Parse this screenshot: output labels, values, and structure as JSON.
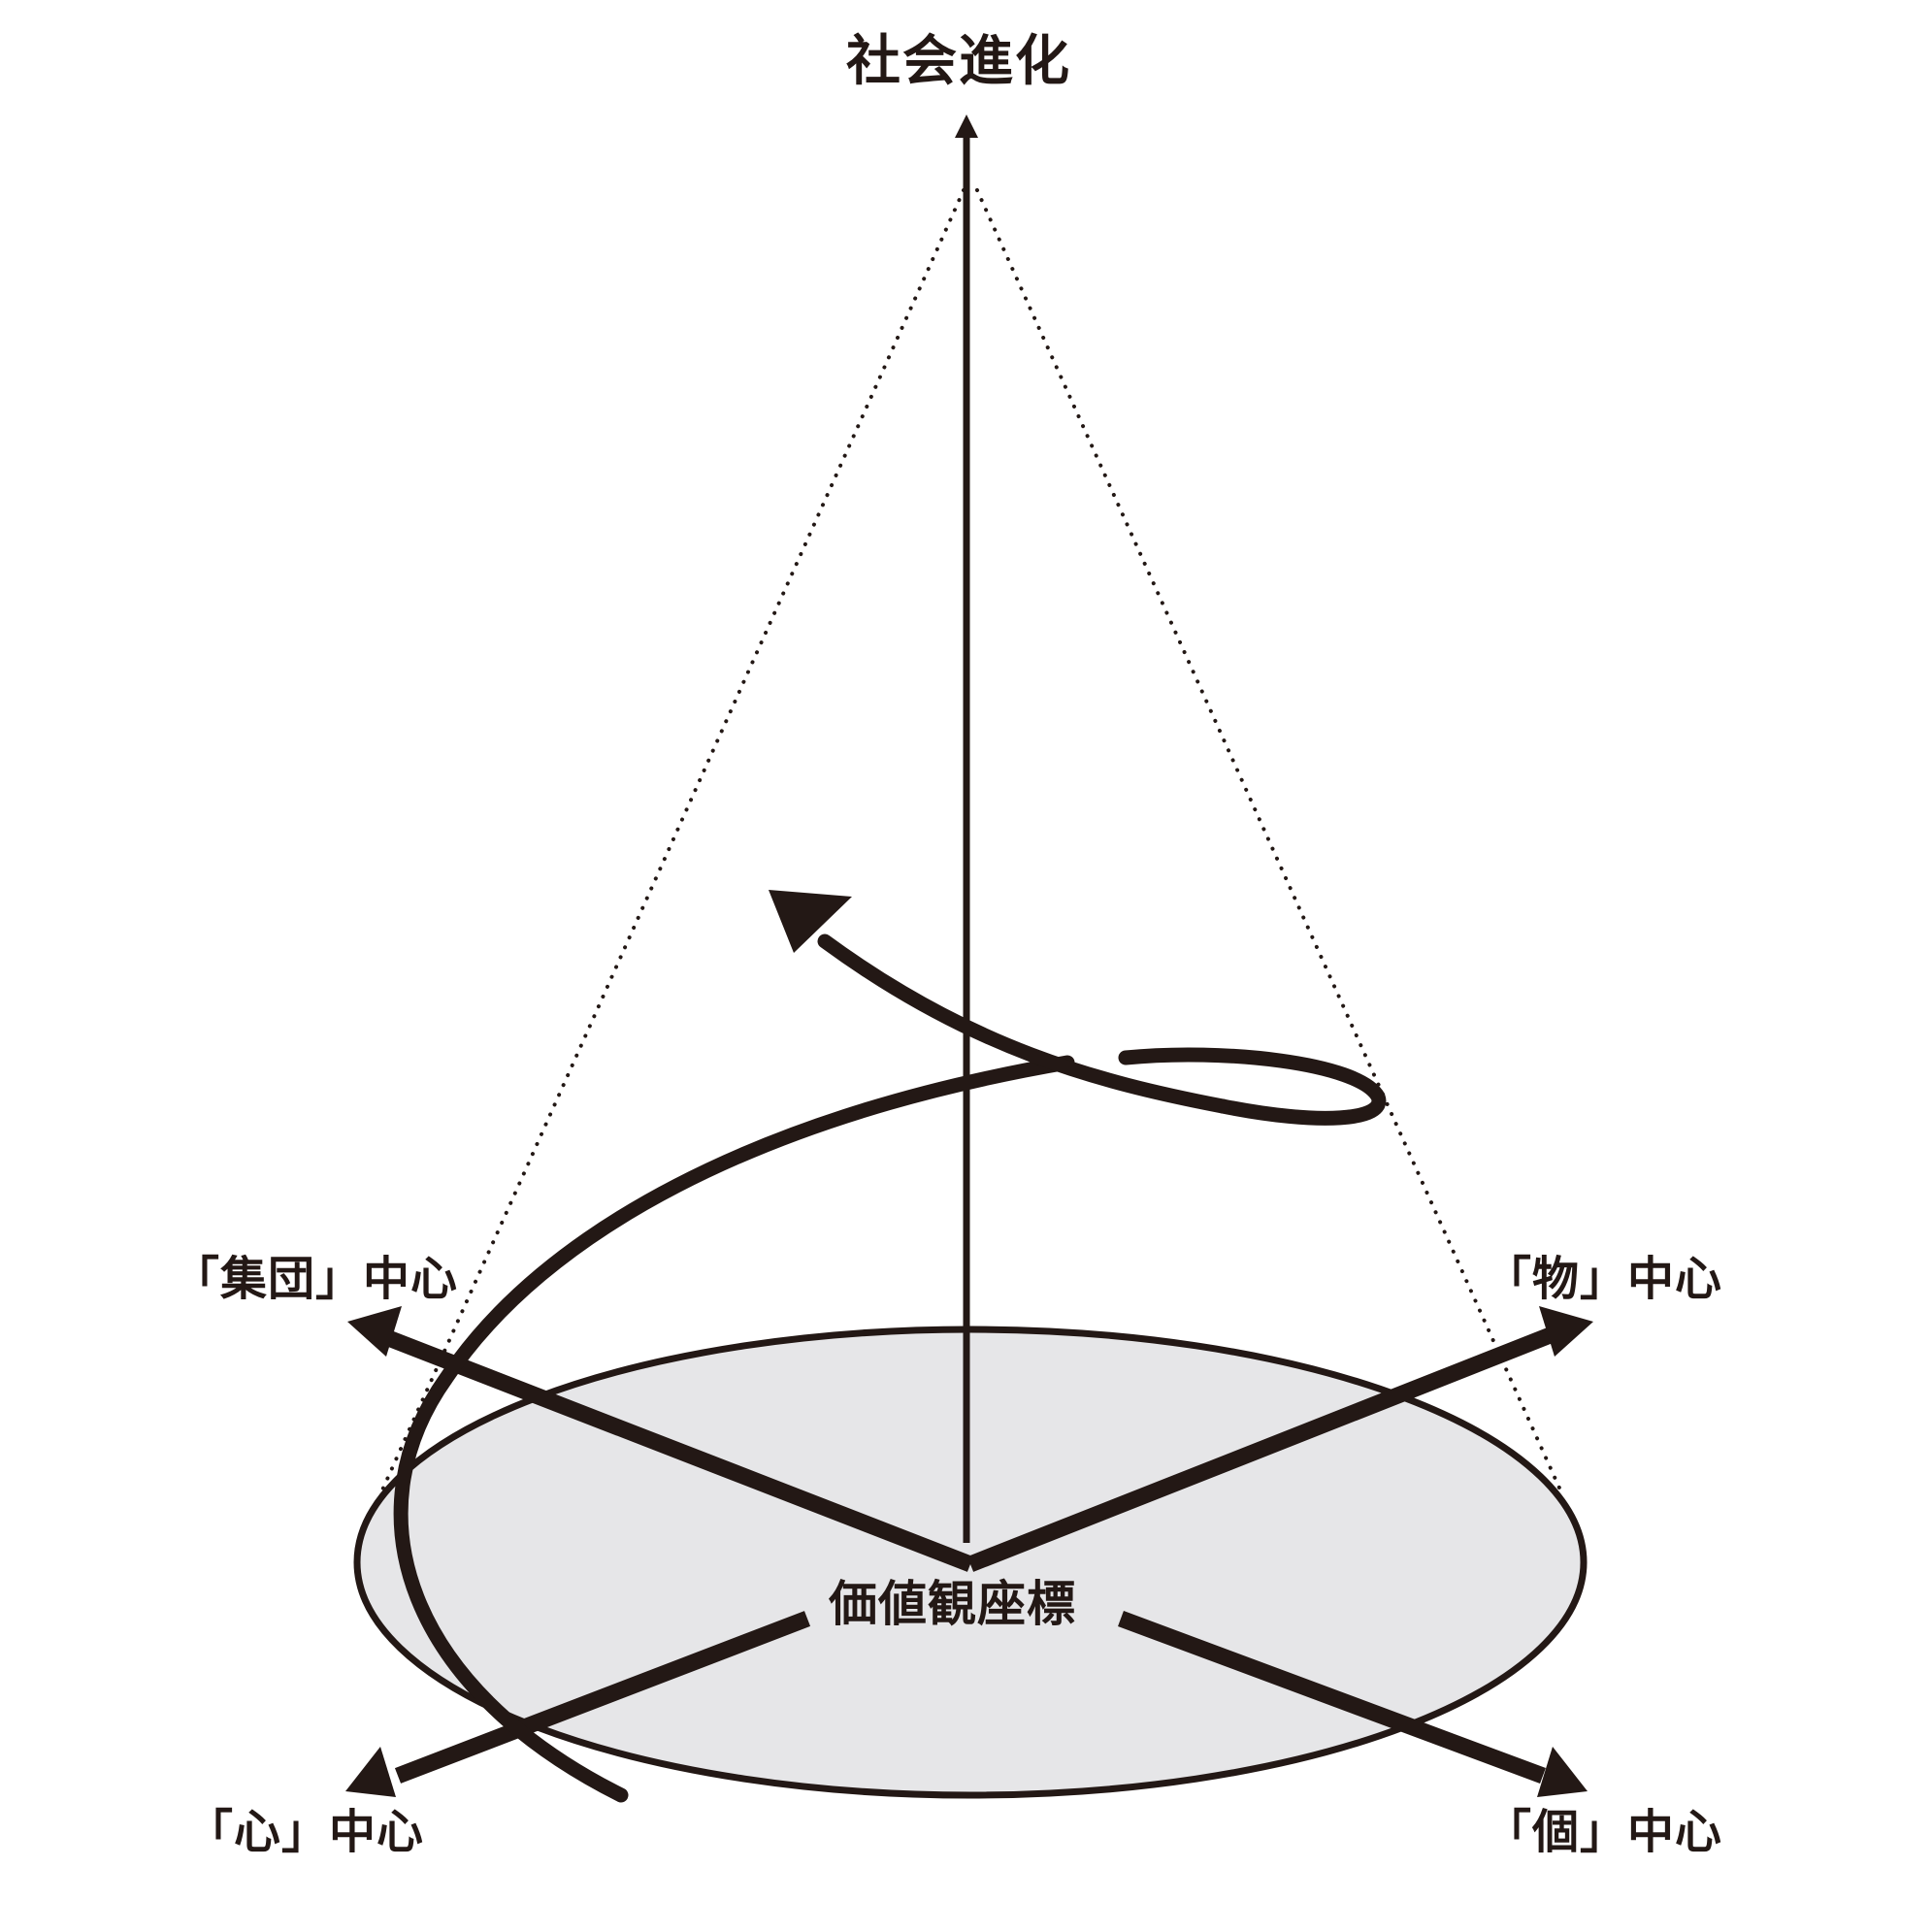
{
  "diagram": {
    "title": "社会進化",
    "center_label": "価値観座標",
    "axes": {
      "top_left": "「集団」中心",
      "top_right": "「物」中心",
      "bottom_left": "「心」中心",
      "bottom_right": "「個」中心"
    },
    "colors": {
      "ink": "#231815",
      "plane_fill": "#e6e6e8",
      "background": "#ffffff"
    },
    "elements": {
      "vertical_axis": "upward arrow (social evolution)",
      "cone": "dotted cone outline from apex to base ellipse",
      "spiral": "thick spiral arrow rising around the vertical axis",
      "base_plane": "gray ellipse (value coordinate plane)"
    }
  }
}
